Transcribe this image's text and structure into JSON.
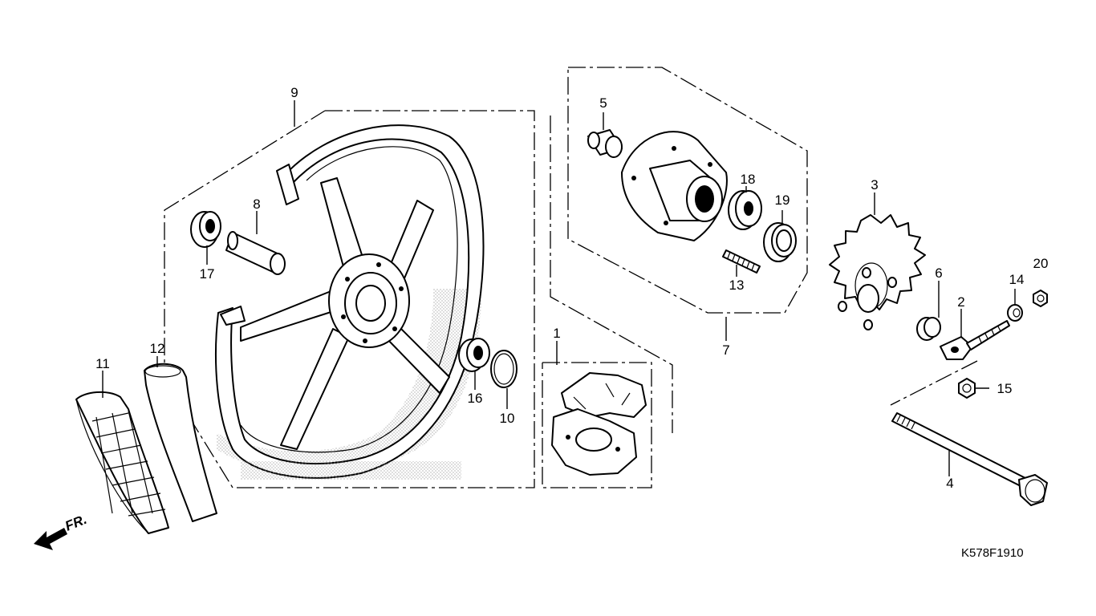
{
  "diagram_code": "K578F1910",
  "front_direction_label": "FR.",
  "callouts": {
    "c1": "1",
    "c2": "2",
    "c3": "3",
    "c4": "4",
    "c5": "5",
    "c6": "6",
    "c7": "7",
    "c8": "8",
    "c9": "9",
    "c10": "10",
    "c11": "11",
    "c12": "12",
    "c13": "13",
    "c14": "14",
    "c15": "15",
    "c16": "16",
    "c17": "17",
    "c18": "18",
    "c19": "19",
    "c20": "20"
  },
  "colors": {
    "line": "#000000",
    "background": "#ffffff",
    "stipple": "#9a9a9a"
  }
}
